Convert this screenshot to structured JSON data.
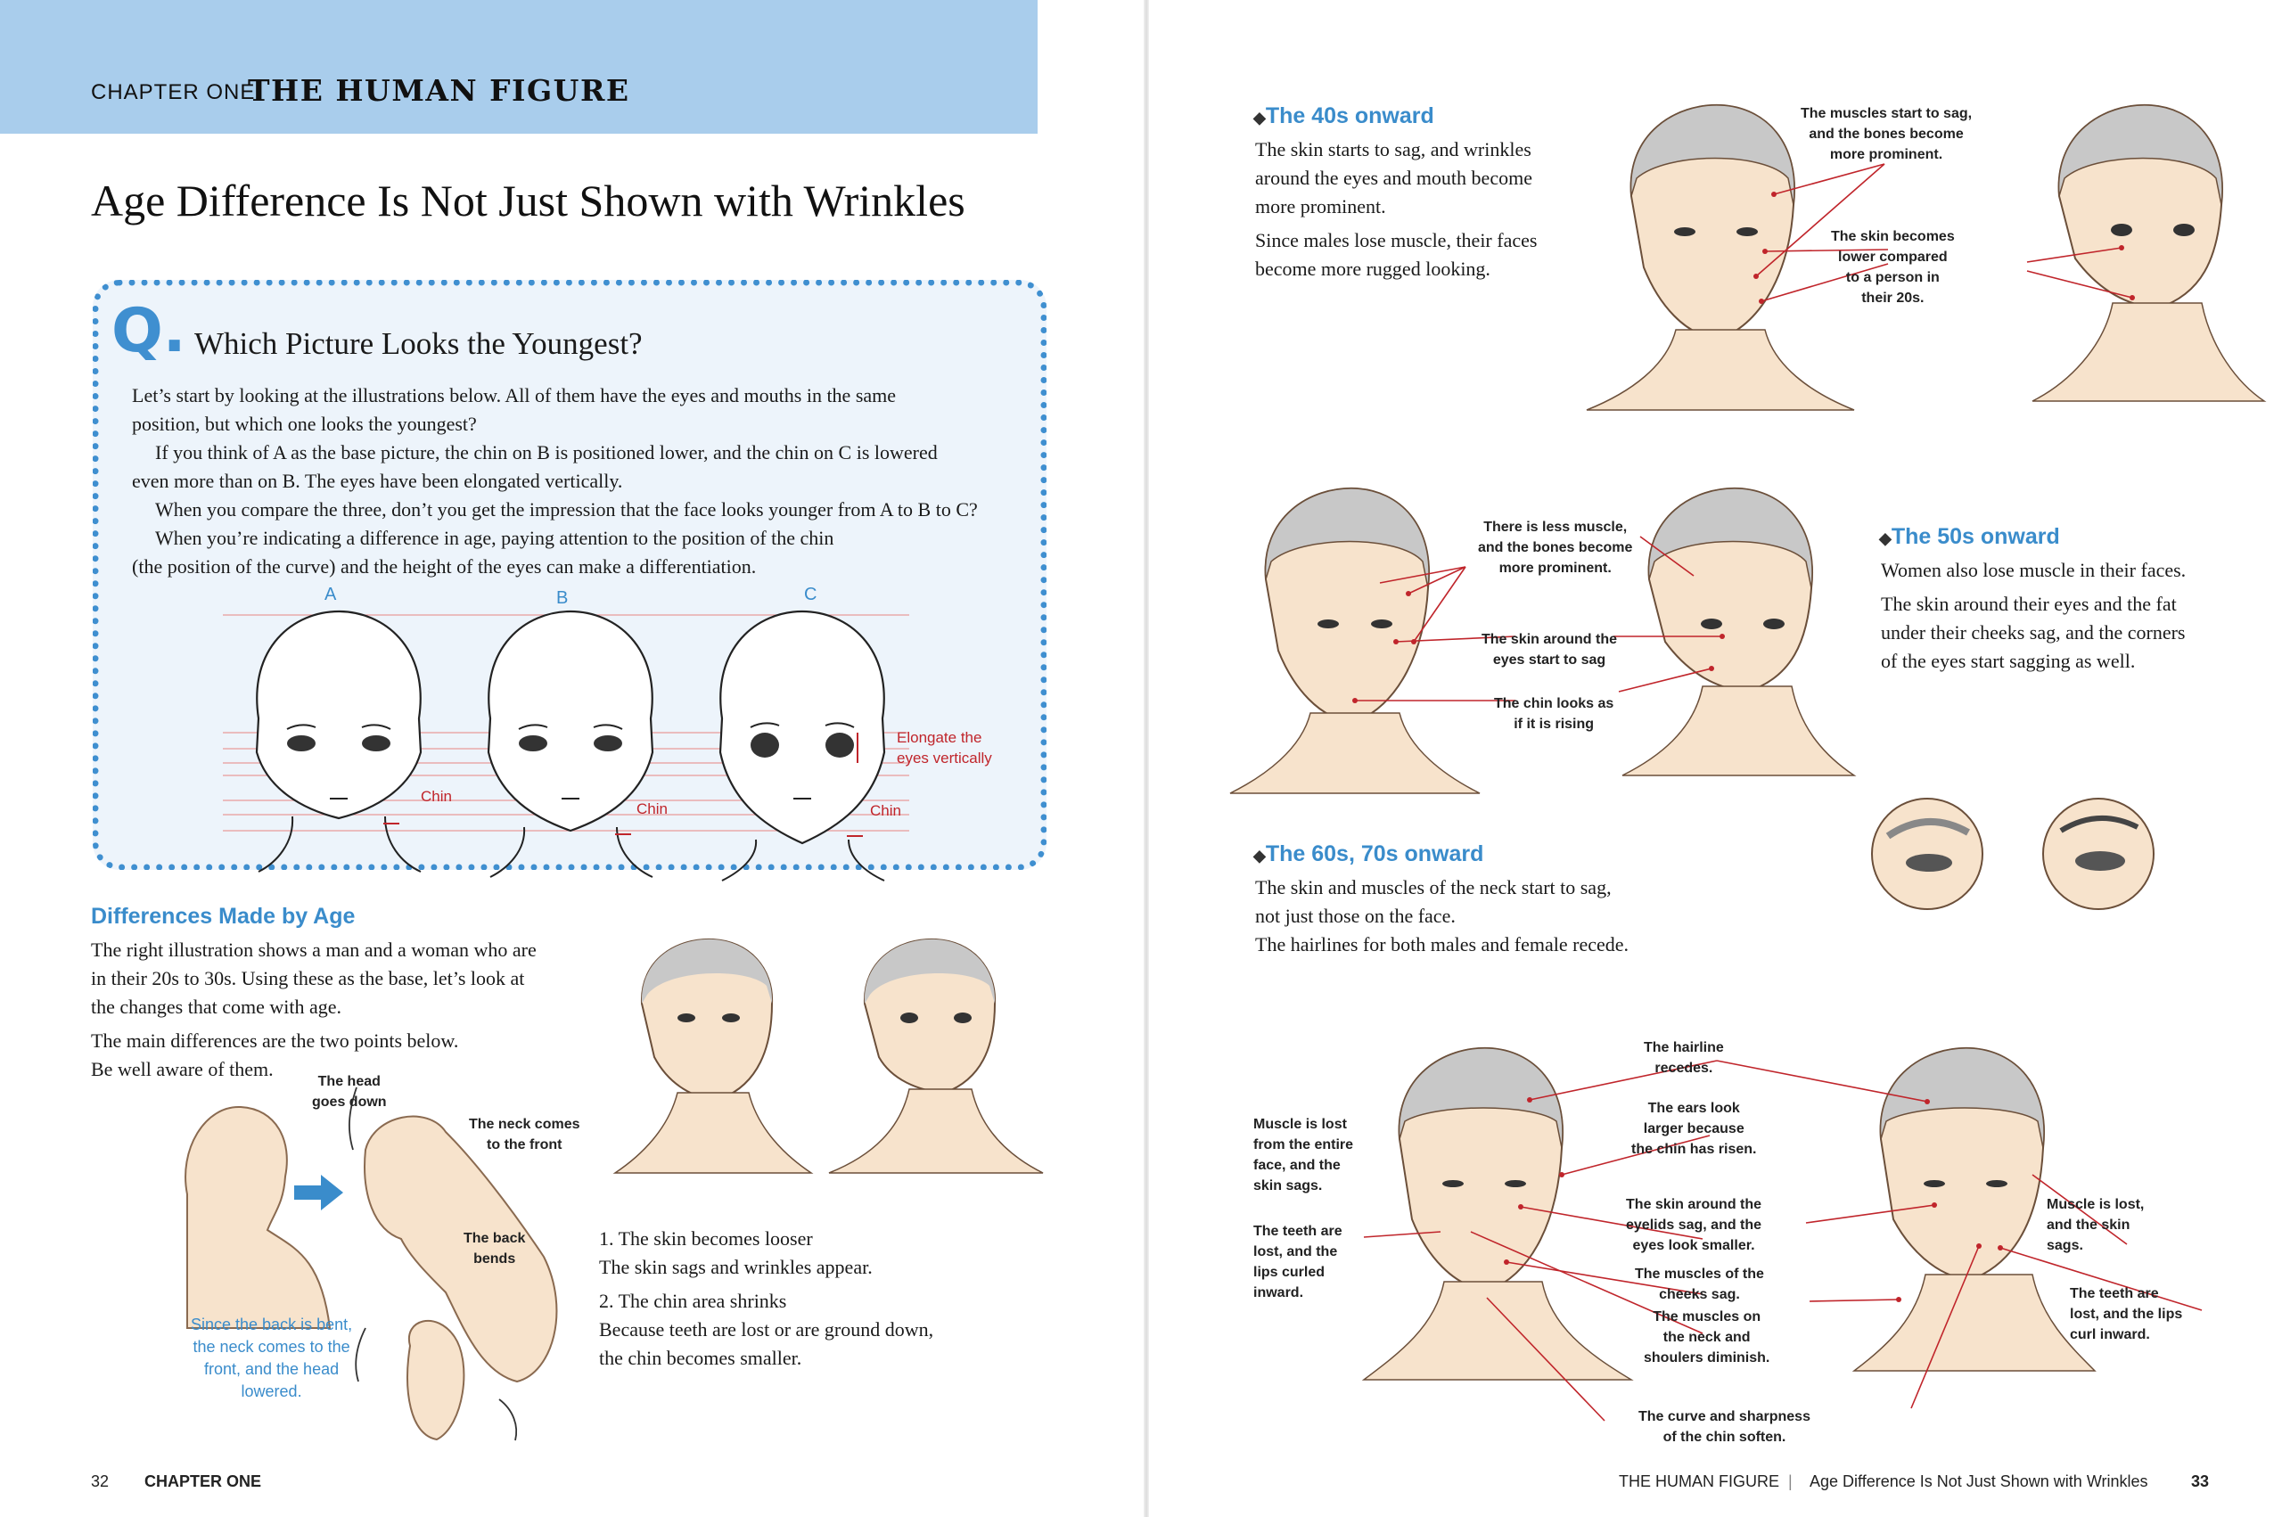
{
  "left": {
    "chapter_label": "CHAPTER ONE",
    "chapter_title": "THE HUMAN FIGURE",
    "page_title": "Age Difference Is Not Just Shown with Wrinkles",
    "question": {
      "letter": "Q.",
      "title": "Which Picture Looks the Youngest?",
      "lines": [
        "Let’s start by looking at the illustrations below. All of them have the eyes and mouths in the same",
        "position, but which one looks the youngest?",
        "If you think of A as the base picture, the chin on B is positioned lower, and the chin on C is lowered",
        "even more than on B. The eyes have been elongated vertically.",
        "When you compare the three, don’t you get the impression that the face looks younger from A to B to C?",
        "When you’re indicating a difference in age, paying attention to the position of the chin",
        "(the position of the curve) and the height of the eyes can make a differentiation."
      ],
      "face_labels": [
        "A",
        "B",
        "C"
      ],
      "chin_label": "Chin",
      "elongate_label_1": "Elongate the",
      "elongate_label_2": "eyes vertically"
    },
    "diff": {
      "heading": "Differences Made by Age",
      "lines": [
        "The right illustration shows a man and a woman who are",
        "in their 20s to 30s. Using these as the base, let’s look at",
        "the changes that come with age.",
        "The main differences are the two points below.",
        "Be well aware of them."
      ],
      "note_head_1": "The head",
      "note_head_2": "goes down",
      "note_neck_1": "The neck comes",
      "note_neck_2": "to the front",
      "note_back_1": "The back",
      "note_back_2": "bends",
      "caption_1": "Since the back is bent,",
      "caption_2": "the neck comes to the",
      "caption_3": "front, and the head",
      "caption_4": "lowered.",
      "point1_title": "1. The skin becomes looser",
      "point1_text": "The skin sags and wrinkles appear.",
      "point2_title": "2. The chin area shrinks",
      "point2_text_1": "Because teeth are lost or are ground down,",
      "point2_text_2": "the chin becomes smaller."
    },
    "footer_page": "32",
    "footer_chapter": "CHAPTER ONE"
  },
  "right": {
    "s40": {
      "heading": "The 40s onward",
      "lines": [
        "The skin starts to sag, and wrinkles",
        "around the eyes and mouth become",
        "more prominent.",
        "Since males lose muscle, their faces",
        "become more rugged looking."
      ],
      "note_muscles": [
        "The muscles start to sag,",
        "and the bones become",
        "more prominent."
      ],
      "note_skin": [
        "The skin becomes",
        "lower compared",
        "to a person in",
        "their 20s."
      ]
    },
    "s50": {
      "heading": "The 50s onward",
      "lines": [
        "Women also lose muscle in their faces.",
        "The skin around their eyes and the fat",
        "under their cheeks sag, and the corners",
        "of the eyes start sagging as well."
      ],
      "note_less": [
        "There is less muscle,",
        "and the bones become",
        "more prominent."
      ],
      "note_eyes": [
        "The skin around the",
        "eyes start to sag"
      ],
      "note_chin": [
        "The chin looks as",
        "if it is rising"
      ]
    },
    "s60": {
      "heading": "The 60s, 70s onward",
      "lines": [
        "The skin and muscles of the neck start to sag,",
        "not just those on the face.",
        "The hairlines for both males and female recede."
      ],
      "note_hairline": [
        "The hairline",
        "recedes."
      ],
      "note_ears": [
        "The ears look",
        "larger because",
        "the chin has risen."
      ],
      "note_muscle_lost": [
        "Muscle is lost",
        "from the entire",
        "face, and the",
        "skin sags."
      ],
      "note_teeth_left": [
        "The teeth are",
        "lost, and the",
        "lips curled",
        "inward."
      ],
      "note_eyelids": [
        "The skin around the",
        "eyelids sag, and the",
        "eyes look smaller."
      ],
      "note_cheeks": [
        "The muscles of the",
        "cheeks sag."
      ],
      "note_neck": [
        "The muscles on",
        "the neck and",
        "shoulers diminish."
      ],
      "note_curve": [
        "The curve and sharpness",
        "of the chin soften."
      ],
      "note_muscle_skin": [
        "Muscle is lost,",
        "and the skin",
        "sags."
      ],
      "note_teeth_right": [
        "The teeth are",
        "lost, and the lips",
        "curl inward."
      ]
    },
    "footer_section": "THE HUMAN FIGURE",
    "footer_sep": "|",
    "footer_title": "Age Difference Is Not Just Shown with Wrinkles",
    "footer_page": "33"
  },
  "colors": {
    "chapter_bar": "#a9cdec",
    "accent_blue": "#3a8ccb",
    "annotation_red": "#c0252b",
    "skin": "#f7e3cc",
    "hair": "#c8c8c8"
  }
}
